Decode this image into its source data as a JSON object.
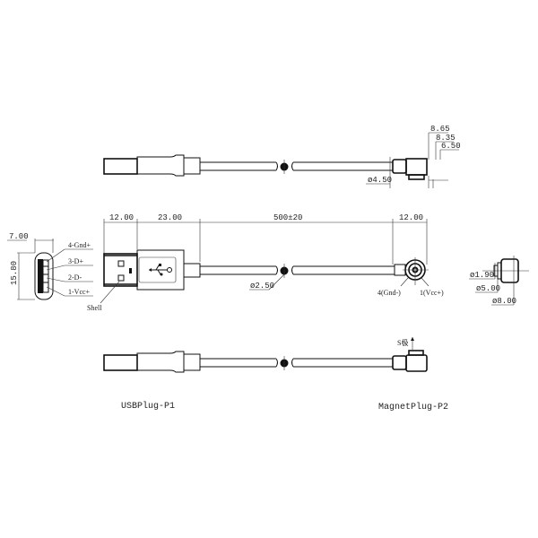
{
  "drawing": {
    "type": "cable assembly technical drawing",
    "views": [
      "top-view",
      "front-view",
      "bottom-view",
      "usb-end-view",
      "magnet-side-view"
    ]
  },
  "dimensions": {
    "usb_plug_length": "12.00",
    "usb_body_length": "23.00",
    "cable_length": "500±20",
    "magnet_plug_length": "12.00",
    "cable_diameter": "ø2.50",
    "magnet_head_diameter": "ø4.50",
    "magnet_height_1": "8.65",
    "magnet_height_2": "8.35",
    "magnet_height_3": "6.50",
    "usb_width": "7.00",
    "usb_height": "15.80",
    "pin_diameter": "ø1.90",
    "inner_diameter": "ø5.00",
    "outer_diameter": "ø8.00"
  },
  "pins": {
    "usb": [
      "4-Gnd+",
      "3-D+",
      "2-D-",
      "1-Vcc+"
    ],
    "shell": "Shell",
    "magnet_gnd": "4(Gnd-)",
    "magnet_vcc": "1(Vcc+)",
    "s_pole": "S极"
  },
  "labels": {
    "p1": "USBPlug-P1",
    "p2": "MagnetPlug-P2"
  },
  "colors": {
    "line": "#111111",
    "background": "#ffffff"
  }
}
